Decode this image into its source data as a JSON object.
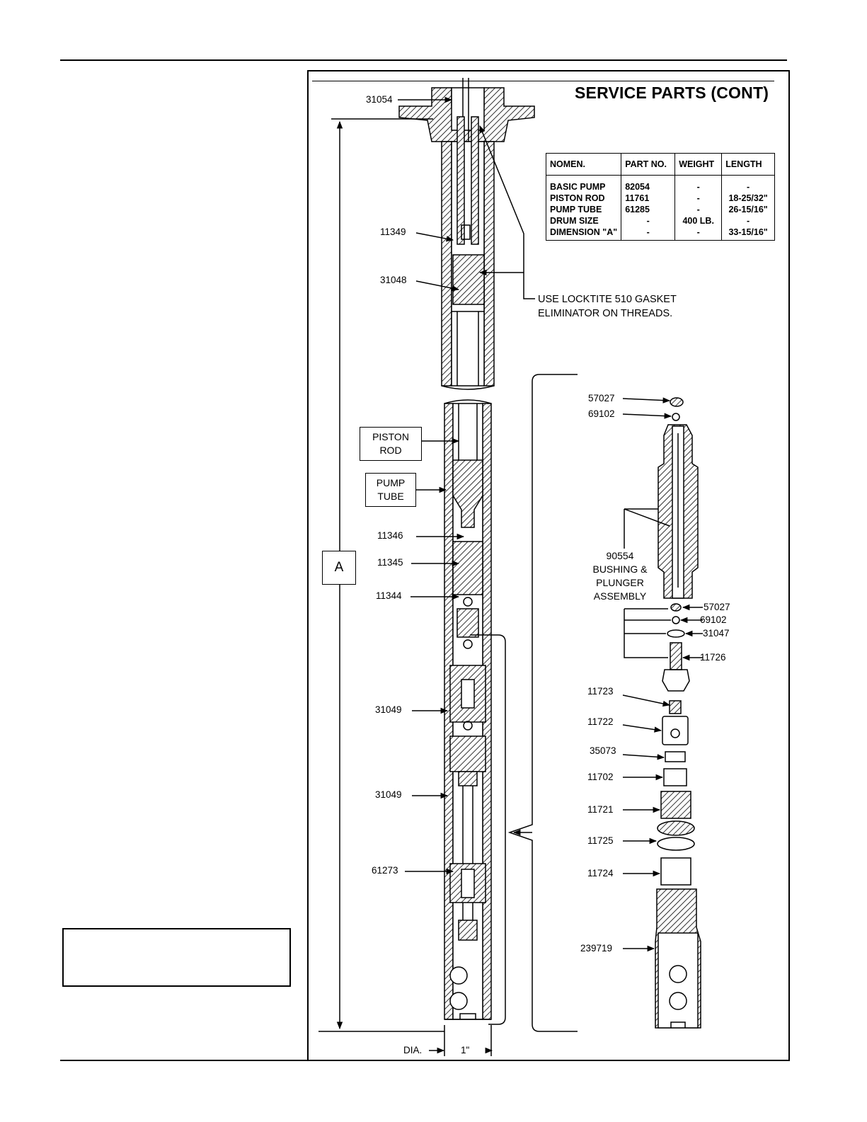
{
  "title": "SERVICE PARTS (CONT)",
  "spec_table": {
    "headers": [
      "NOMEN.",
      "PART NO.",
      "WEIGHT",
      "LENGTH"
    ],
    "rows": [
      [
        "BASIC PUMP",
        "82054",
        "-",
        "-"
      ],
      [
        "PISTON ROD",
        "11761",
        "-",
        "18-25/32\""
      ],
      [
        "PUMP TUBE",
        "61285",
        "-",
        "26-15/16\""
      ],
      [
        "DRUM SIZE",
        "-",
        "400 LB.",
        "-"
      ],
      [
        "DIMENSION \"A\"",
        "-",
        "-",
        "33-15/16\""
      ]
    ]
  },
  "note": {
    "line1": "USE LOCKTITE 510 GASKET",
    "line2": "ELIMINATOR ON THREADS."
  },
  "labels": {
    "piston_rod_1": "PISTON",
    "piston_rod_2": "ROD",
    "pump_tube_1": "PUMP",
    "pump_tube_2": "TUBE",
    "dimension_a": "A",
    "dia": "DIA.",
    "one_inch": "1\""
  },
  "assembly": {
    "part": "90554",
    "line1": "BUSHING &",
    "line2": "PLUNGER",
    "line3": "ASSEMBLY"
  },
  "left_callouts": {
    "c31054": "31054",
    "c11349": "11349",
    "c31048": "31048",
    "c11346": "11346",
    "c11345": "11345",
    "c11344": "11344",
    "c31049a": "31049",
    "c31049b": "31049",
    "c61273": "61273"
  },
  "right_callouts": {
    "c57027a": "57027",
    "c69102a": "69102",
    "c57027b": "57027",
    "c69102b": "69102",
    "c31047": "31047",
    "c11726": "11726",
    "c11723": "11723",
    "c11722": "11722",
    "c35073": "35073",
    "c11702": "11702",
    "c11721": "11721",
    "c11725": "11725",
    "c11724": "11724",
    "c239719": "239719"
  }
}
